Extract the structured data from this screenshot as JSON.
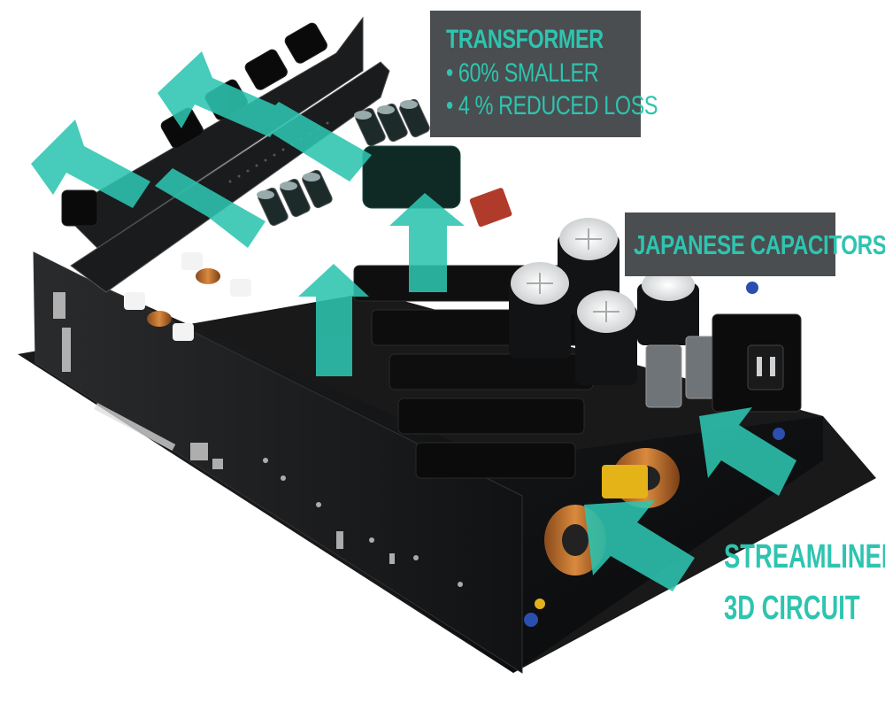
{
  "callouts": {
    "transformer": {
      "title": "TRANSFORMER",
      "points": [
        "• 60% SMALLER",
        "• 4 % REDUCED LOSS"
      ]
    },
    "capacitors": {
      "title": "JAPANESE CAPACITORS"
    },
    "circuit": {
      "line1": "STREAMLINED",
      "line2": "3D CIRCUIT"
    }
  },
  "colors": {
    "accent": "#2ec4b0",
    "callout_bg": "#4a4e50",
    "pcb": "#141516",
    "heatsink": "#0c0c0d"
  },
  "icons": {
    "airflow_arrows": "airflow-arrow-icon"
  }
}
